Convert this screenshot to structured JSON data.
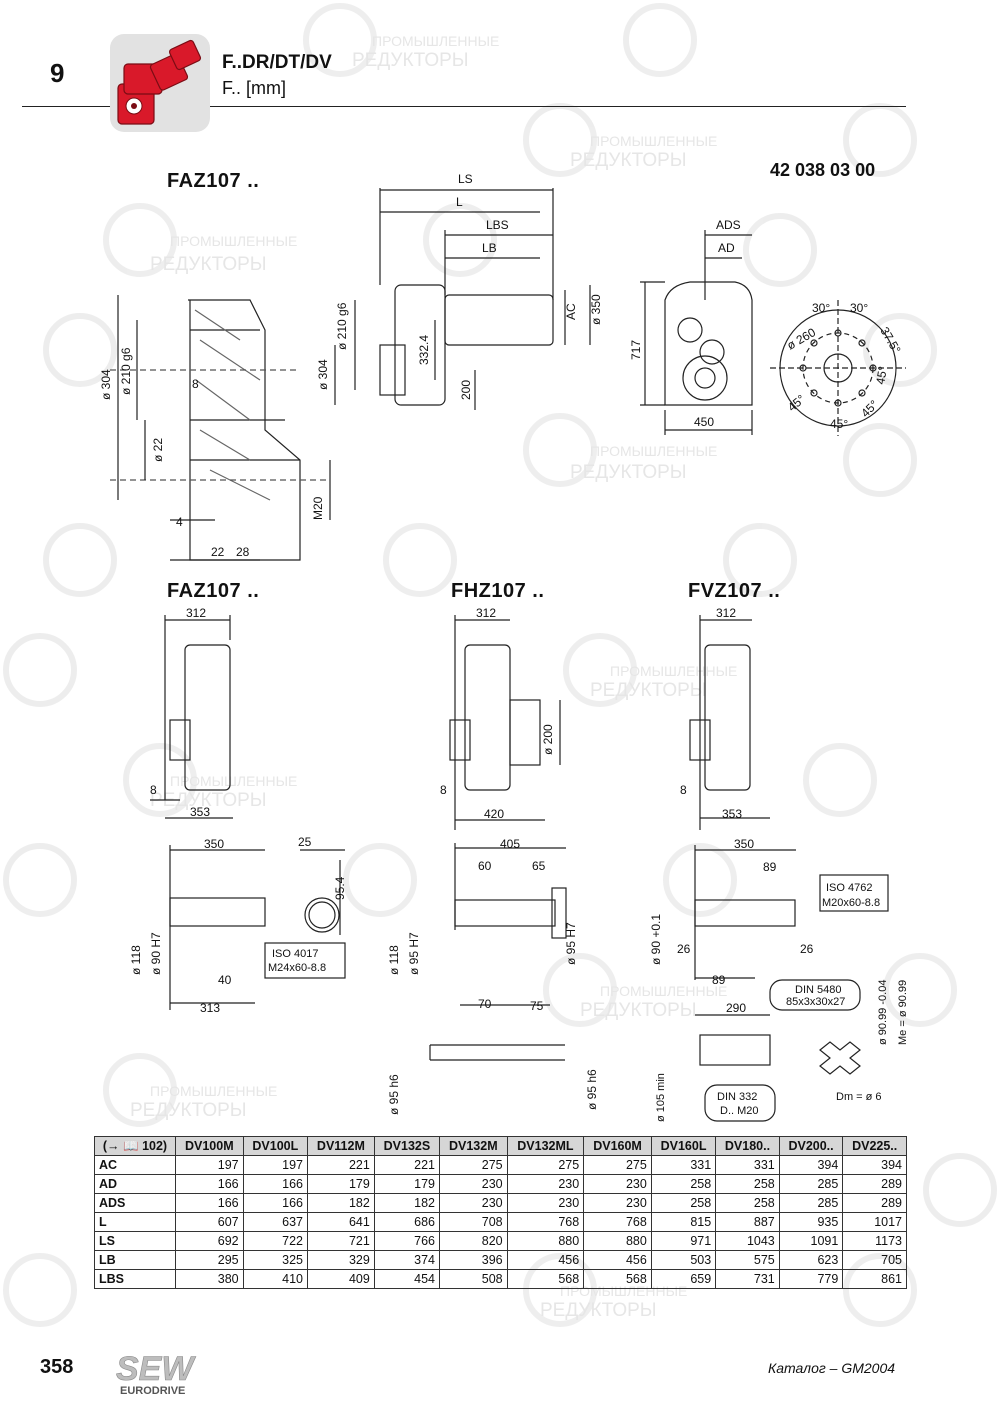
{
  "header": {
    "chapter": "9",
    "title": "F..DR/DT/DV",
    "subtitle": "F.. [mm]"
  },
  "drawing": {
    "main_label": "FAZ107 ..",
    "doc_number": "42 038 03 00",
    "main_view_dims": [
      "LS",
      "L",
      "LBS",
      "LB",
      "AC",
      "ø 350",
      "ø 210 g6",
      "332.4",
      "ø 304",
      "200"
    ],
    "right_view_dims": [
      "ADS",
      "AD",
      "717",
      "450"
    ],
    "flange_view_dims": [
      "30°",
      "30°",
      "37.5°",
      "ø 260",
      "45°",
      "45°",
      "45°",
      "45°"
    ],
    "section_view_dims": [
      "ø 304",
      "ø 210 g6",
      "8",
      "ø 22",
      "M20",
      "4",
      "22",
      "28"
    ],
    "variants": [
      {
        "label": "FAZ107 ..",
        "dims": [
          "312",
          "8",
          "353"
        ]
      },
      {
        "label": "FHZ107 ..",
        "dims": [
          "312",
          "ø 200",
          "8",
          "420"
        ]
      },
      {
        "label": "FVZ107 ..",
        "dims": [
          "312",
          "8",
          "353"
        ]
      }
    ],
    "shaft_faz_dims": [
      "350",
      "25",
      "95.4",
      "ø 118",
      "ø 90 H7",
      "40",
      "313",
      "ISO 4017",
      "M24x60-8.8"
    ],
    "shaft_fhz_dims": [
      "405",
      "60",
      "65",
      "ø 118",
      "ø 95 H7",
      "ø 95 H7",
      "70",
      "75",
      "ø 95 h6",
      "ø 95 h6"
    ],
    "shaft_fvz_dims": [
      "350",
      "89",
      "ISO 4762",
      "M20x60-8.8",
      "ø 90 +0.1",
      "26",
      "26",
      "89",
      "ø 90.99 -0.04",
      "DIN 5480",
      "85x3x30x27",
      "290",
      "ø 105 min",
      "DIN 332",
      "D.. M20",
      "Me = ø 90.99",
      "Dm = ø 6"
    ]
  },
  "table": {
    "head_ref": "(→ 📖 102)",
    "columns": [
      "DV100M",
      "DV100L",
      "DV112M",
      "DV132S",
      "DV132M",
      "DV132ML",
      "DV160M",
      "DV160L",
      "DV180..",
      "DV200..",
      "DV225.."
    ],
    "rows": [
      {
        "label": "AC",
        "values": [
          "197",
          "197",
          "221",
          "221",
          "275",
          "275",
          "275",
          "331",
          "331",
          "394",
          "394"
        ]
      },
      {
        "label": "AD",
        "values": [
          "166",
          "166",
          "179",
          "179",
          "230",
          "230",
          "230",
          "258",
          "258",
          "285",
          "289"
        ]
      },
      {
        "label": "ADS",
        "values": [
          "166",
          "166",
          "182",
          "182",
          "230",
          "230",
          "230",
          "258",
          "258",
          "285",
          "289"
        ]
      },
      {
        "label": "L",
        "values": [
          "607",
          "637",
          "641",
          "686",
          "708",
          "768",
          "768",
          "815",
          "887",
          "935",
          "1017"
        ]
      },
      {
        "label": "LS",
        "values": [
          "692",
          "722",
          "721",
          "766",
          "820",
          "880",
          "880",
          "971",
          "1043",
          "1091",
          "1173"
        ]
      },
      {
        "label": "LB",
        "values": [
          "295",
          "325",
          "329",
          "374",
          "396",
          "456",
          "456",
          "503",
          "575",
          "623",
          "705"
        ]
      },
      {
        "label": "LBS",
        "values": [
          "380",
          "410",
          "409",
          "454",
          "508",
          "568",
          "568",
          "659",
          "731",
          "779",
          "861"
        ]
      }
    ]
  },
  "footer": {
    "page_number": "358",
    "brand": "SEW",
    "brand_sub": "EURODRIVE",
    "catalog": "Каталог – GM2004"
  },
  "watermark": {
    "line1": "ПРОМЫШЛЕННЫЕ",
    "line2": "РЕДУКТОРЫ"
  },
  "colors": {
    "accent": "#d9192a",
    "thumb_bg": "#e2e2e2",
    "table_head": "#d6d6d6"
  }
}
